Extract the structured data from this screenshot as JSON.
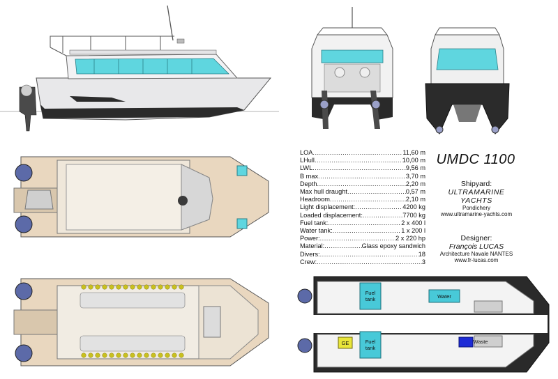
{
  "model": "UMDC 1100",
  "specs": [
    {
      "name": "LOA",
      "value": "11,60 m"
    },
    {
      "name": "LHull",
      "value": "10,00 m"
    },
    {
      "name": "LWL",
      "value": "9,56 m"
    },
    {
      "name": "B max",
      "value": "3,70 m"
    },
    {
      "name": "Depth",
      "value": "2,20 m"
    },
    {
      "name": "Max hull draught",
      "value": "0,57 m"
    },
    {
      "name": "Headroom",
      "value": "2,10 m"
    },
    {
      "name": "Light displacement:",
      "value": "4200 kg"
    },
    {
      "name": "Loaded displacement:",
      "value": "7700 kg"
    },
    {
      "name": "Fuel tank:",
      "value": "2 x 400 l"
    },
    {
      "name": "Water tank:",
      "value": "1 x 200 l"
    },
    {
      "name": "Power:",
      "value": "2 x 220 hp"
    },
    {
      "name": "Material:",
      "value": "Glass epoxy sandwich"
    },
    {
      "name": "Divers:",
      "value": "18"
    },
    {
      "name": "Crew:",
      "value": "3"
    }
  ],
  "shipyard": {
    "heading": "Shipyard:",
    "name_line1": "ULTRAMARINE",
    "name_line2": "YACHTS",
    "location": "Pondichery",
    "website": "www.ultramarine-yachts.com"
  },
  "designer": {
    "heading": "Designer:",
    "name": "François LUCAS",
    "firm": "Architecture Navale NANTES",
    "website": "www.fr-lucas.com"
  },
  "tanks": {
    "fuel": "Fuel tank",
    "water": "Water",
    "ge": "GE",
    "waste": "Waste"
  },
  "colors": {
    "glass": "#5fd6df",
    "deck": "#e9d7bf",
    "hull": "#e6e6e8",
    "dark": "#2a2a2a",
    "fuel": "#48c9d8",
    "water": "#48c9d8",
    "ge": "#e9e63a",
    "waste": "#1d2bd6"
  }
}
